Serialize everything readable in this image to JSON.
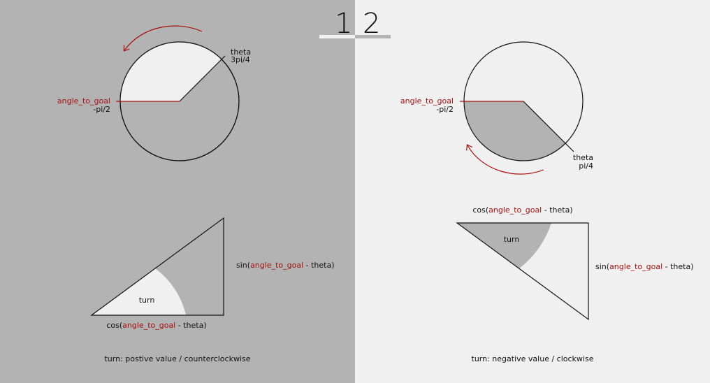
{
  "tabs": [
    {
      "number": "1"
    },
    {
      "number": "2"
    }
  ],
  "colors": {
    "left_background": "#b3b3b3",
    "right_background": "#f0f0f0",
    "angle_red": "#a50f0f",
    "light_fill": "#f0f0f0",
    "gray_fill": "#b3b3b3"
  },
  "panel1": {
    "theta_label": "theta",
    "theta_value": "3pi/4",
    "goal_label": "angle_to_goal",
    "goal_value": "-pi/2",
    "turn_label": "turn",
    "sin_prefix": "sin(",
    "sin_goal": "angle_to_goal",
    "sin_suffix": " - theta)",
    "cos_prefix": "cos(",
    "cos_goal": "angle_to_goal",
    "cos_suffix": " - theta)",
    "caption": "turn: postive value / counterclockwise"
  },
  "panel2": {
    "theta_label": "theta",
    "theta_value": "pi/4",
    "goal_label": "angle_to_goal",
    "goal_value": "-pi/2",
    "turn_label": "turn",
    "sin_prefix": "sin(",
    "sin_goal": "angle_to_goal",
    "sin_suffix": " - theta)",
    "cos_prefix": "cos(",
    "cos_goal": "angle_to_goal",
    "cos_suffix": " - theta)",
    "caption": "turn: negative value / clockwise"
  }
}
